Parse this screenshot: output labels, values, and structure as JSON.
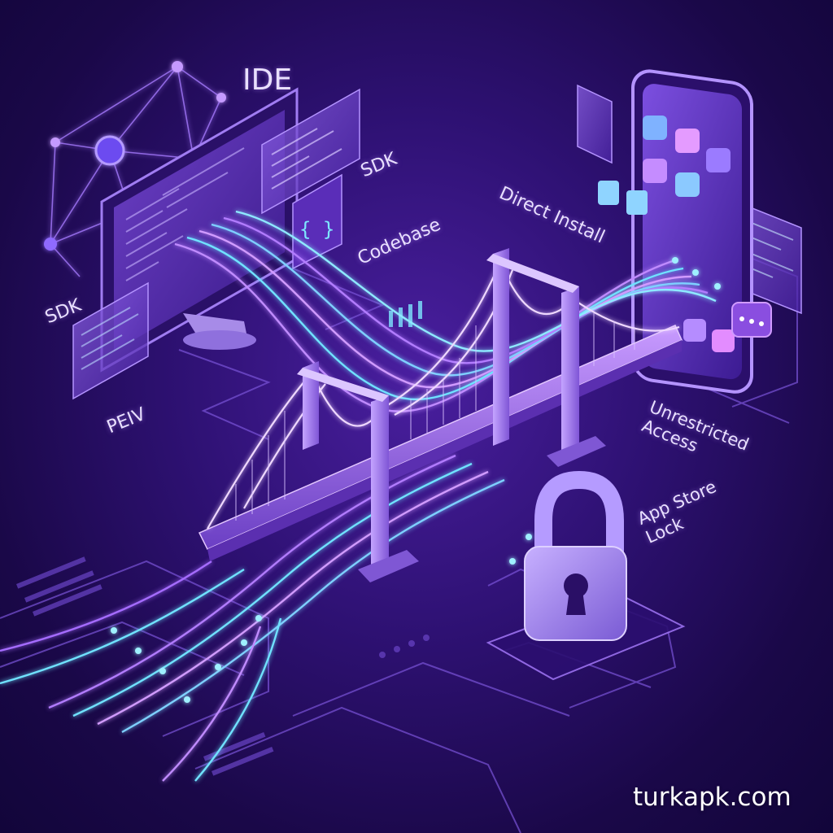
{
  "labels": {
    "ide": "IDE",
    "sdk_top": "SDK",
    "codebase": "Codebase",
    "sdk_left": "SDK",
    "peiv": "PEIV",
    "direct_install": "Direct Install",
    "unrestricted_access": "Unrestricted Access",
    "app_store_lock": "App Store Lock",
    "code_brace": "{ }"
  },
  "watermark": "turkapk.com",
  "colors": {
    "background": "#2e1173",
    "accent_violet": "#b878ff",
    "accent_cyan": "#6fe2ff",
    "lock_body": "#a98cf0"
  },
  "icons": [
    "network-graph-icon",
    "monitor-icon",
    "code-panel-icon",
    "smartphone-icon",
    "app-grid-icon",
    "suspension-bridge-icon",
    "padlock-icon",
    "circuit-lines-icon"
  ]
}
